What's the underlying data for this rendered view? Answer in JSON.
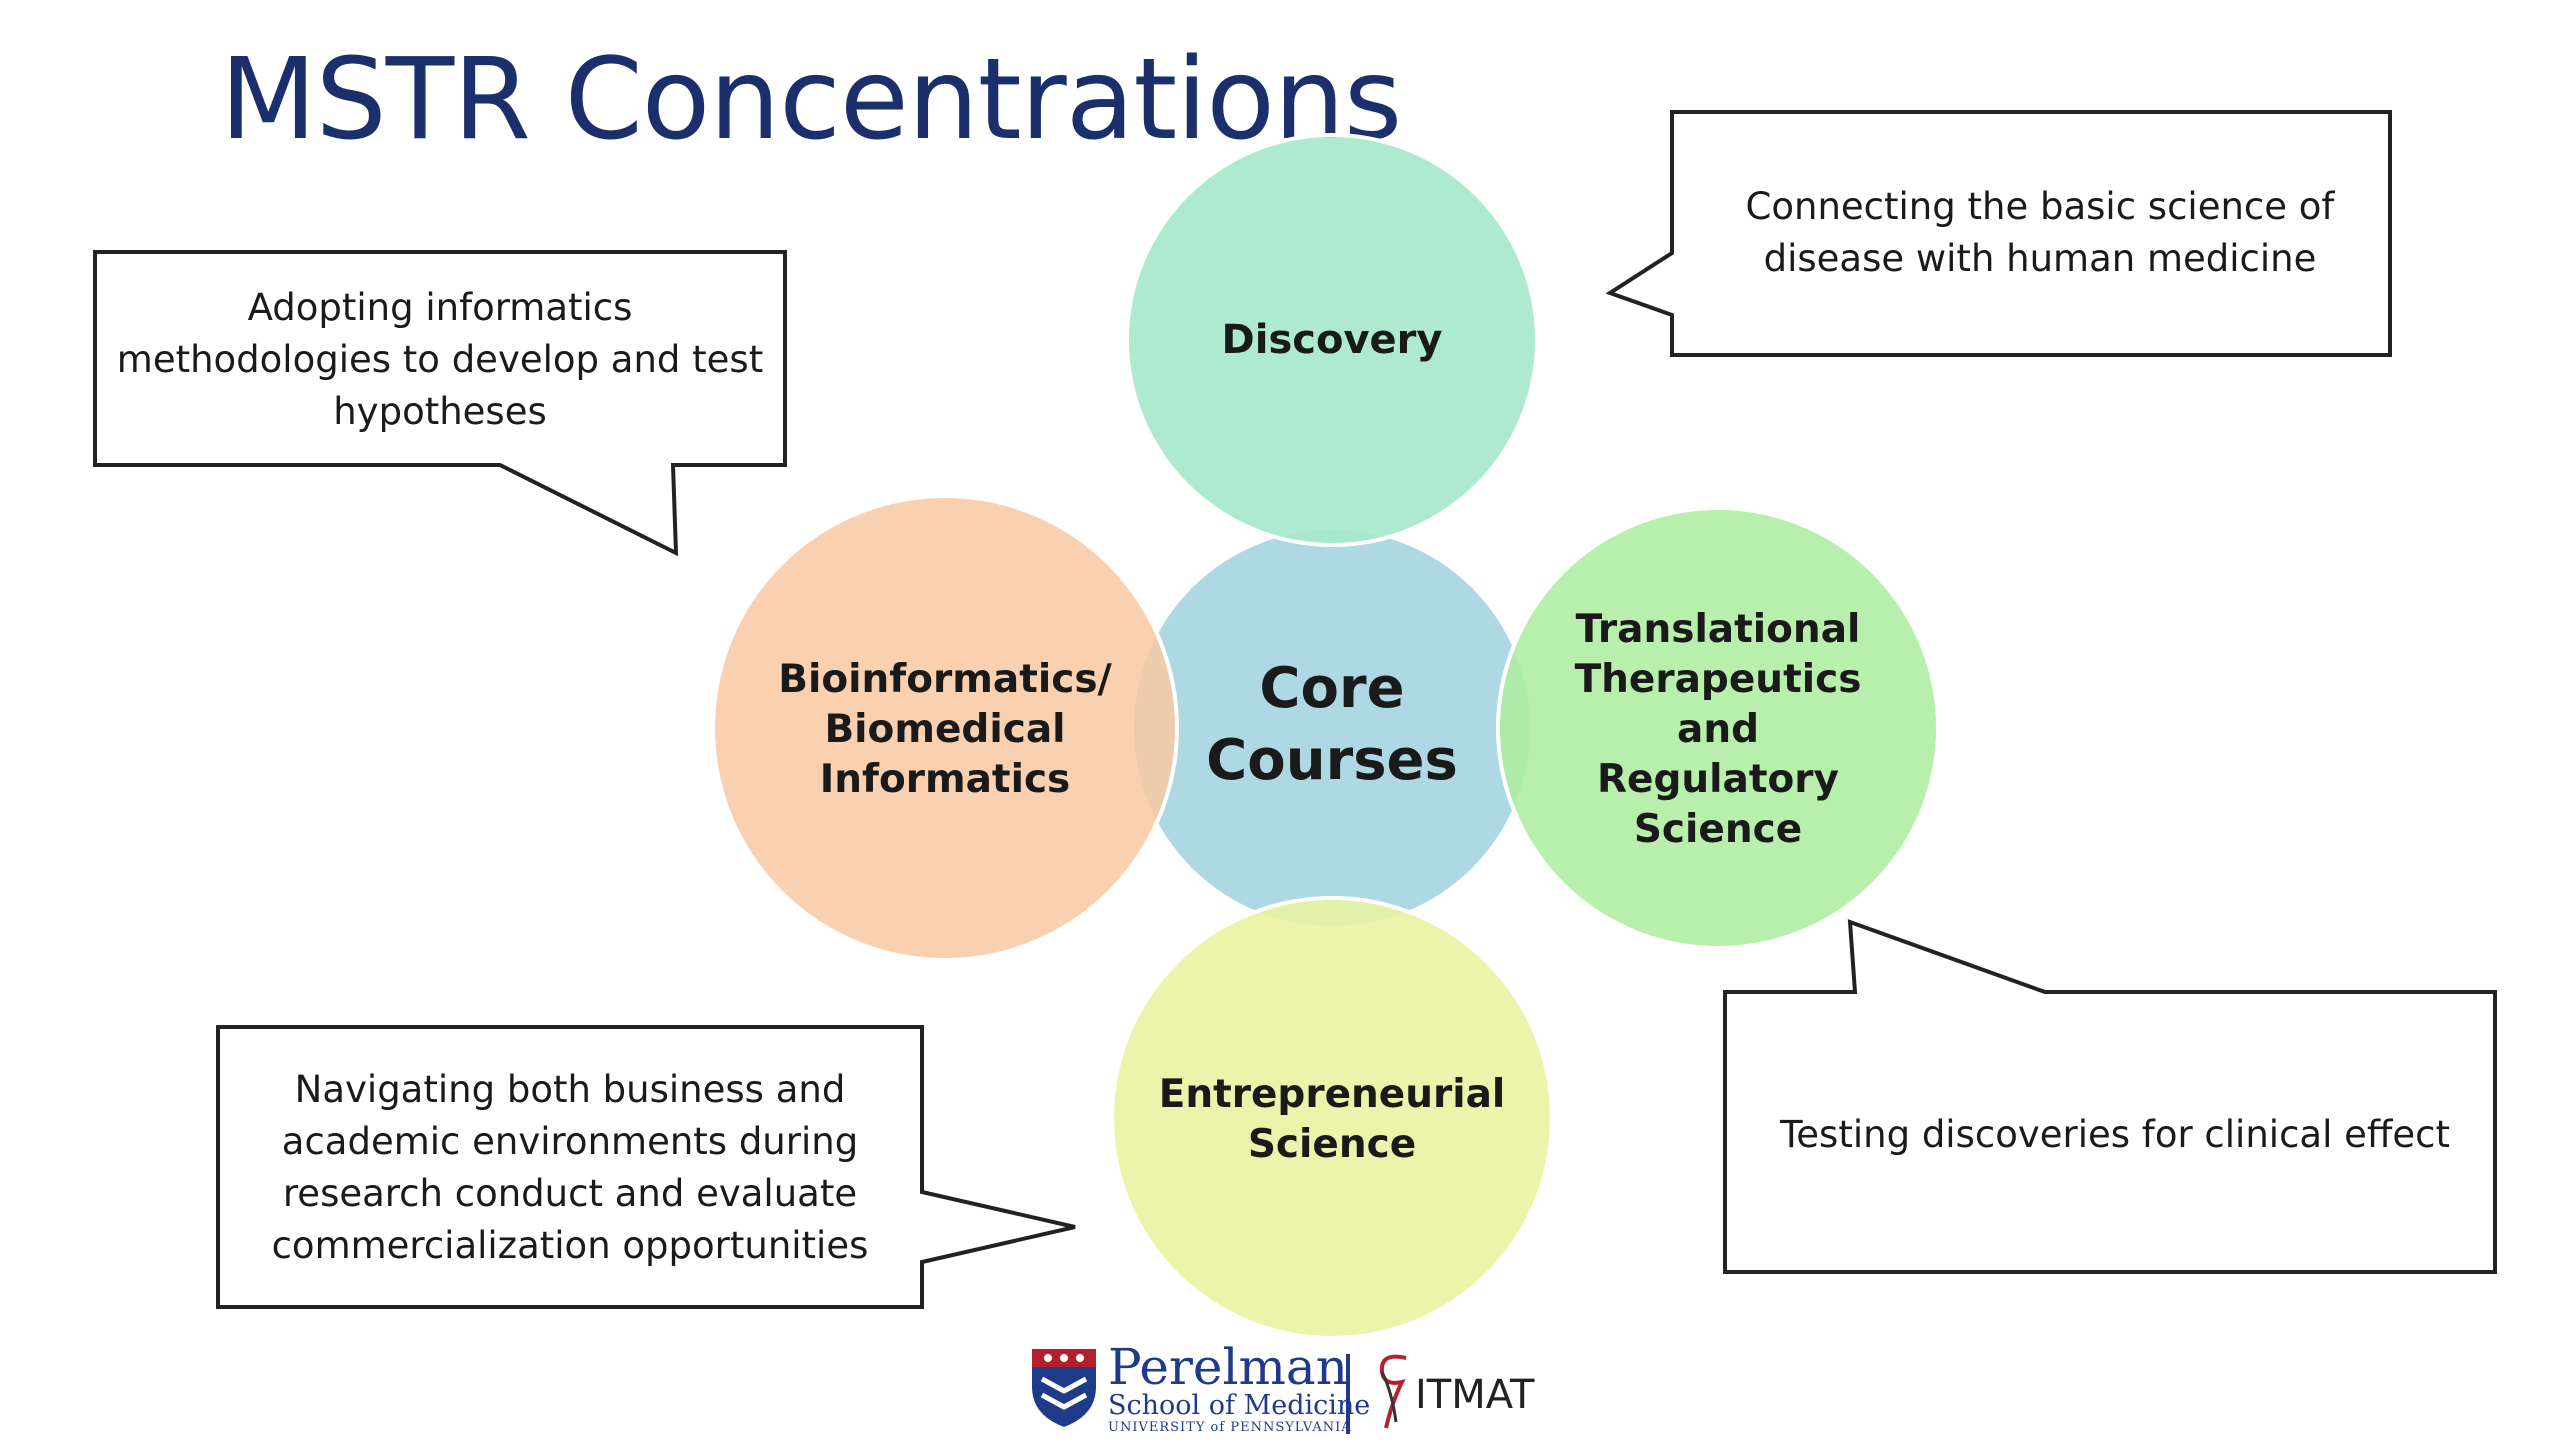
{
  "title": "MSTR Concentrations",
  "circles": {
    "center": "Core Courses",
    "top": "Discovery",
    "left": "Bioinformatics/ Biomedical Informatics",
    "right": "Translational Therapeutics and Regulatory Science",
    "bottom": "Entrepreneurial Science"
  },
  "callouts": {
    "top_right": "Connecting the basic science of disease with human medicine",
    "top_left": "Adopting informatics methodologies to develop and test hypotheses",
    "bottom_right": "Testing discoveries for clinical effect",
    "bottom_left": "Navigating both business and academic environments during research conduct and evaluate commercialization opportunities"
  },
  "colors": {
    "title": "#1a2f6b",
    "center": "#a9d6e3",
    "top": "#a6e8cb",
    "left": "#f8c9a2",
    "right": "#aeeda0",
    "bottom": "#e9f3a0"
  },
  "logo": {
    "name": "Perelman",
    "school": "School of Medicine",
    "university": "UNIVERSITY of PENNSYLVANIA",
    "partner": "ITMAT"
  }
}
